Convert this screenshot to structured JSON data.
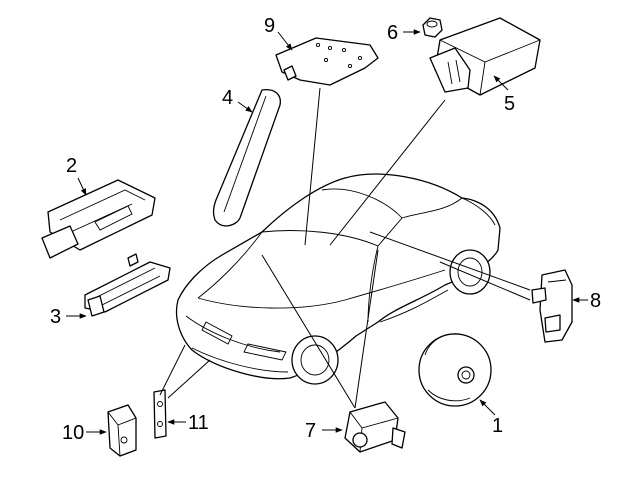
{
  "callouts": [
    {
      "id": 1,
      "text": "1"
    },
    {
      "id": 2,
      "text": "2"
    },
    {
      "id": 3,
      "text": "3"
    },
    {
      "id": 4,
      "text": "4"
    },
    {
      "id": 5,
      "text": "5"
    },
    {
      "id": 6,
      "text": "6"
    },
    {
      "id": 7,
      "text": "7"
    },
    {
      "id": 8,
      "text": "8"
    },
    {
      "id": 9,
      "text": "9"
    },
    {
      "id": 10,
      "text": "10"
    },
    {
      "id": 11,
      "text": "11"
    }
  ],
  "colors": {
    "line": "#000000",
    "background": "#ffffff"
  }
}
